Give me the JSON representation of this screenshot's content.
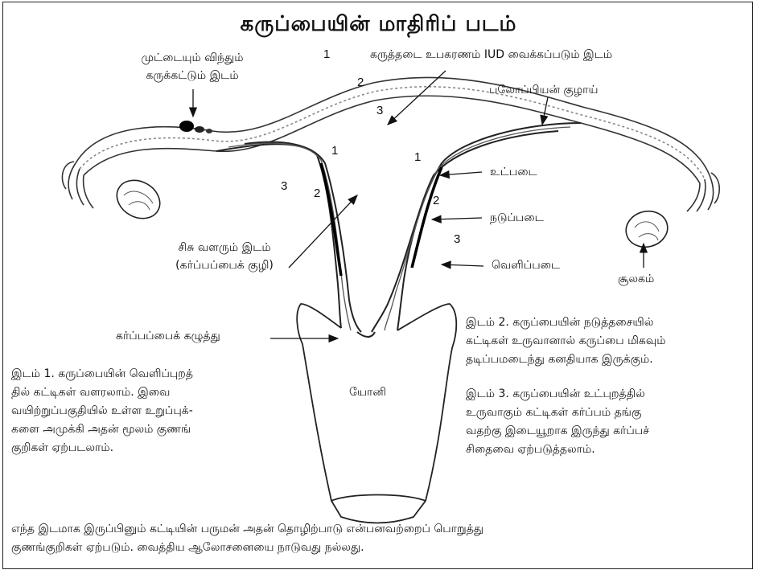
{
  "title": "கருப்பையின் மாதிரிப் படம்",
  "labels": {
    "egg_sperm": [
      "முட்டையும் விந்தும்",
      "கருக்கட்டும் இடம்"
    ],
    "iud": "கருத்தடை உபகரணம் IUD வைக்கப்படும் இடம்",
    "fallopian": "பலோப்பியன் குழாய்",
    "inner_layer": "உட்படை",
    "middle_layer": "நடுப்படை",
    "outer_layer": "வெளிப்படை",
    "ovary": "சூலகம்",
    "fetus_place": [
      "சிசு வளரும் இடம்",
      "(கர்ப்பப்பைக் குழி)"
    ],
    "cervix": "கர்ப்பப்பைக் கழுத்து",
    "vagina": "யோனி"
  },
  "numbers": {
    "iud_1": "1",
    "fallopian_2": "2",
    "fallopian_3": "3",
    "left_1": "1",
    "left_2": "2",
    "left_3": "3",
    "right_1": "1",
    "right_2": "2",
    "right_3": "3"
  },
  "paragraphs": {
    "place1": [
      "இடம் 1. கருப்பையின் வெளிப்புறத்",
      "தில் கட்டிகள் வளரலாம். இவை",
      "வயிற்றுப்பகுதியில் உள்ள உறுப்புக்-",
      "களை அமுக்கி அதன் மூலம் குணங்",
      "குறிகள் ஏற்படலாம்."
    ],
    "place2": [
      "இடம் 2. கருப்பையின் நடுத்தசையில்",
      "கட்டிகள் உருவானால் கருப்பை மிகவும்",
      "தடிப்பமடைந்து கனதியாக இருக்கும்."
    ],
    "place3": [
      "இடம் 3. கருப்பையின் உட்புறத்தில்",
      "உருவாகும் கட்டிகள் கர்ப்பம் தங்கு",
      "வதற்கு இடையூறாக இருந்து கர்ப்பச்",
      "சிதைவை ஏற்படுத்தலாம்."
    ],
    "footer": [
      "எந்த இடமாக இருப்பினும் கட்டியின் பருமன் அதன் தொழிற்பாடு என்பனவற்றைப் பொறுத்து",
      "குணங்குறிகள் ஏற்படும். வைத்திய ஆலோசனையை நாடுவது நல்லது."
    ]
  }
}
